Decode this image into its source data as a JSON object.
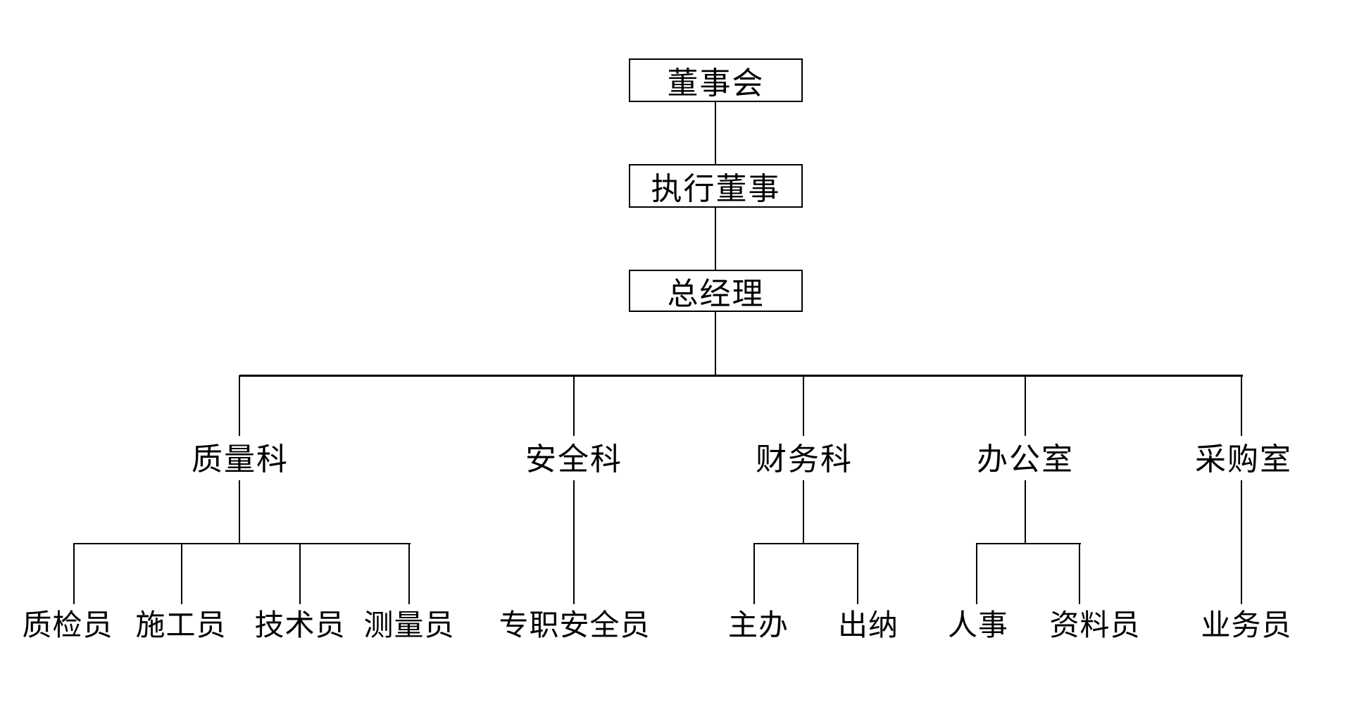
{
  "org_chart": {
    "background_color": "#ffffff",
    "line_color": "#000000",
    "text_color": "#000000",
    "top_nodes": [
      {
        "label": "董事会"
      },
      {
        "label": "执行董事"
      },
      {
        "label": "总经理"
      }
    ],
    "departments": [
      {
        "label": "质量科",
        "children": [
          {
            "label": "质检员"
          },
          {
            "label": "施工员"
          },
          {
            "label": "技术员"
          },
          {
            "label": "测量员"
          }
        ]
      },
      {
        "label": "安全科",
        "children": [
          {
            "label": "专职安全员"
          }
        ]
      },
      {
        "label": "财务科",
        "children": [
          {
            "label": "主办"
          },
          {
            "label": "出纳"
          }
        ]
      },
      {
        "label": "办公室",
        "children": [
          {
            "label": "人事"
          },
          {
            "label": "资料员"
          }
        ]
      },
      {
        "label": "采购室",
        "children": [
          {
            "label": "业务员"
          }
        ]
      }
    ]
  }
}
